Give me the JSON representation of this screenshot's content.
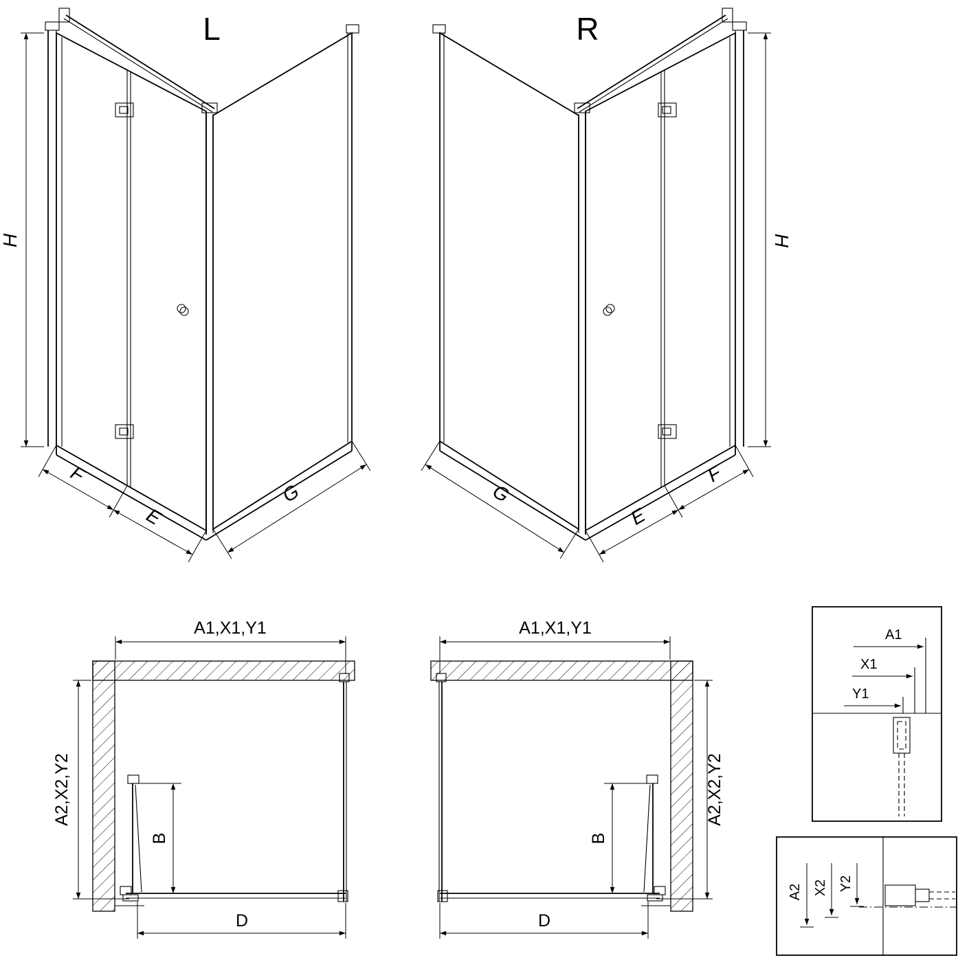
{
  "page": {
    "background": "#ffffff",
    "line_color": "#000000"
  },
  "iso_left": {
    "title": "L",
    "dims": {
      "height": "H",
      "fixed_panel": "F",
      "door": "E",
      "side_panel": "G"
    }
  },
  "iso_right": {
    "title": "R",
    "dims": {
      "height": "H",
      "fixed_panel": "F",
      "door": "E",
      "side_panel": "G"
    }
  },
  "plan_left": {
    "dims": {
      "width_top": "A1,X1,Y1",
      "depth_side": "A2,X2,Y2",
      "door_width": "B",
      "depth_bottom": "D"
    }
  },
  "plan_right": {
    "dims": {
      "width_top": "A1,X1,Y1",
      "depth_side": "A2,X2,Y2",
      "door_width": "B",
      "depth_bottom": "D"
    }
  },
  "detail_top_right": {
    "labels": {
      "a1": "A1",
      "x1": "X1",
      "y1": "Y1"
    }
  },
  "detail_bottom_right": {
    "labels": {
      "a2": "A2",
      "x2": "X2",
      "y2": "Y2"
    }
  }
}
